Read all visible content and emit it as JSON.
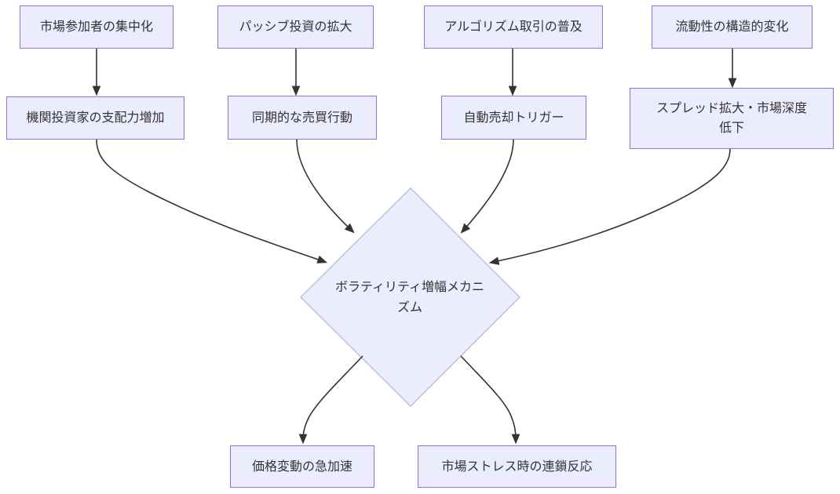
{
  "diagram": {
    "type": "flowchart",
    "direction": "top-down",
    "colors": {
      "node_fill": "#ECECFF",
      "node_border": "#9370DB",
      "diamond_border": "#bcbcdf",
      "edge": "#333333",
      "text": "#333333",
      "background": "#ffffff"
    },
    "nodes": {
      "top": [
        {
          "id": "concentration",
          "label": "市場参加者の集中化"
        },
        {
          "id": "passive",
          "label": "パッシブ投資の拡大"
        },
        {
          "id": "algo",
          "label": "アルゴリズム取引の普及"
        },
        {
          "id": "liquidity",
          "label": "流動性の構造的変化"
        }
      ],
      "mid": [
        {
          "id": "institutional",
          "label": "機関投資家の支配力増加"
        },
        {
          "id": "synchronized",
          "label": "同期的な売買行動"
        },
        {
          "id": "trigger",
          "label": "自動売却トリガー"
        },
        {
          "id": "spread",
          "label": "スプレッド拡大・市場深度\n低下"
        }
      ],
      "center": {
        "id": "mechanism",
        "label": "ボラティリティ増幅メカニ\nズム",
        "shape": "diamond"
      },
      "bottom": [
        {
          "id": "acceleration",
          "label": "価格変動の急加速"
        },
        {
          "id": "contagion",
          "label": "市場ストレス時の連鎖反応"
        }
      ]
    },
    "edges": [
      {
        "from": "concentration",
        "to": "institutional"
      },
      {
        "from": "passive",
        "to": "synchronized"
      },
      {
        "from": "algo",
        "to": "trigger"
      },
      {
        "from": "liquidity",
        "to": "spread"
      },
      {
        "from": "institutional",
        "to": "mechanism"
      },
      {
        "from": "synchronized",
        "to": "mechanism"
      },
      {
        "from": "trigger",
        "to": "mechanism"
      },
      {
        "from": "spread",
        "to": "mechanism"
      },
      {
        "from": "mechanism",
        "to": "acceleration"
      },
      {
        "from": "mechanism",
        "to": "contagion"
      }
    ]
  }
}
